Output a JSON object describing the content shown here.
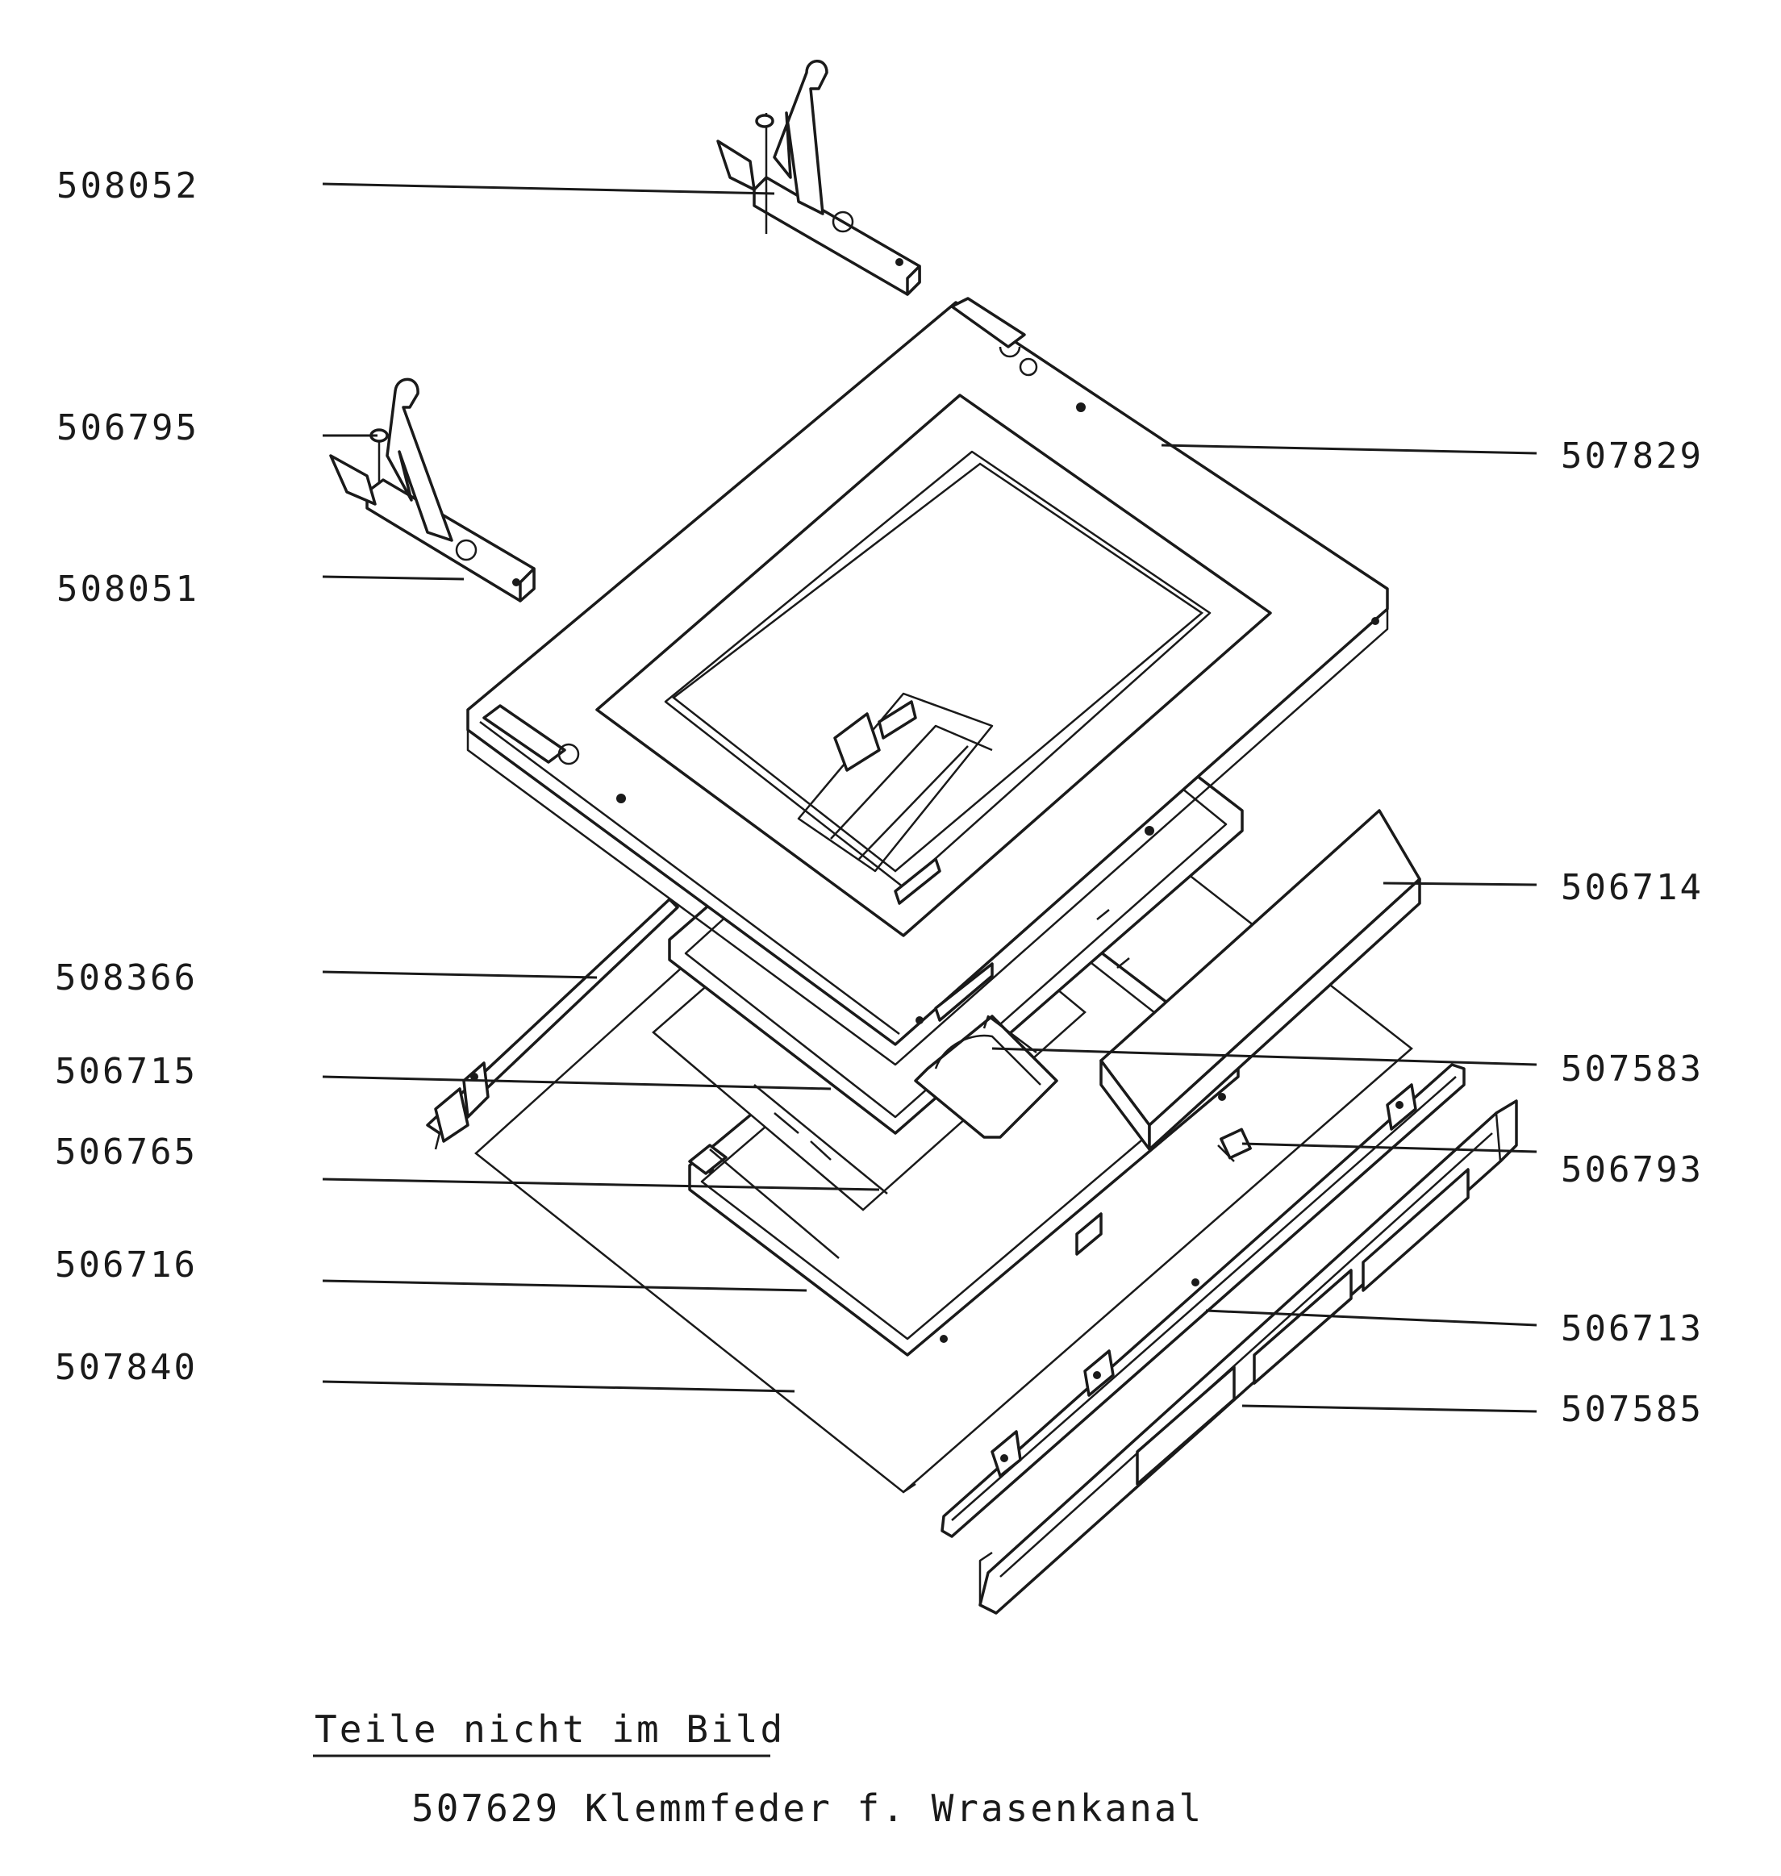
{
  "parts": [
    {
      "id": "508052",
      "text": "508052"
    },
    {
      "id": "506795",
      "text": "506795"
    },
    {
      "id": "508051",
      "text": "508051"
    },
    {
      "id": "507829",
      "text": "507829"
    },
    {
      "id": "506714",
      "text": "506714"
    },
    {
      "id": "508366",
      "text": "508366"
    },
    {
      "id": "506715",
      "text": "506715"
    },
    {
      "id": "507583",
      "text": "507583"
    },
    {
      "id": "506765",
      "text": "506765"
    },
    {
      "id": "506793",
      "text": "506793"
    },
    {
      "id": "506716",
      "text": "506716"
    },
    {
      "id": "506713",
      "text": "506713"
    },
    {
      "id": "507840",
      "text": "507840"
    },
    {
      "id": "507585",
      "text": "507585"
    }
  ],
  "footer": {
    "heading": "Teile nicht im Bild",
    "item": "507629 Klemmfeder f. Wrasenkanal"
  }
}
